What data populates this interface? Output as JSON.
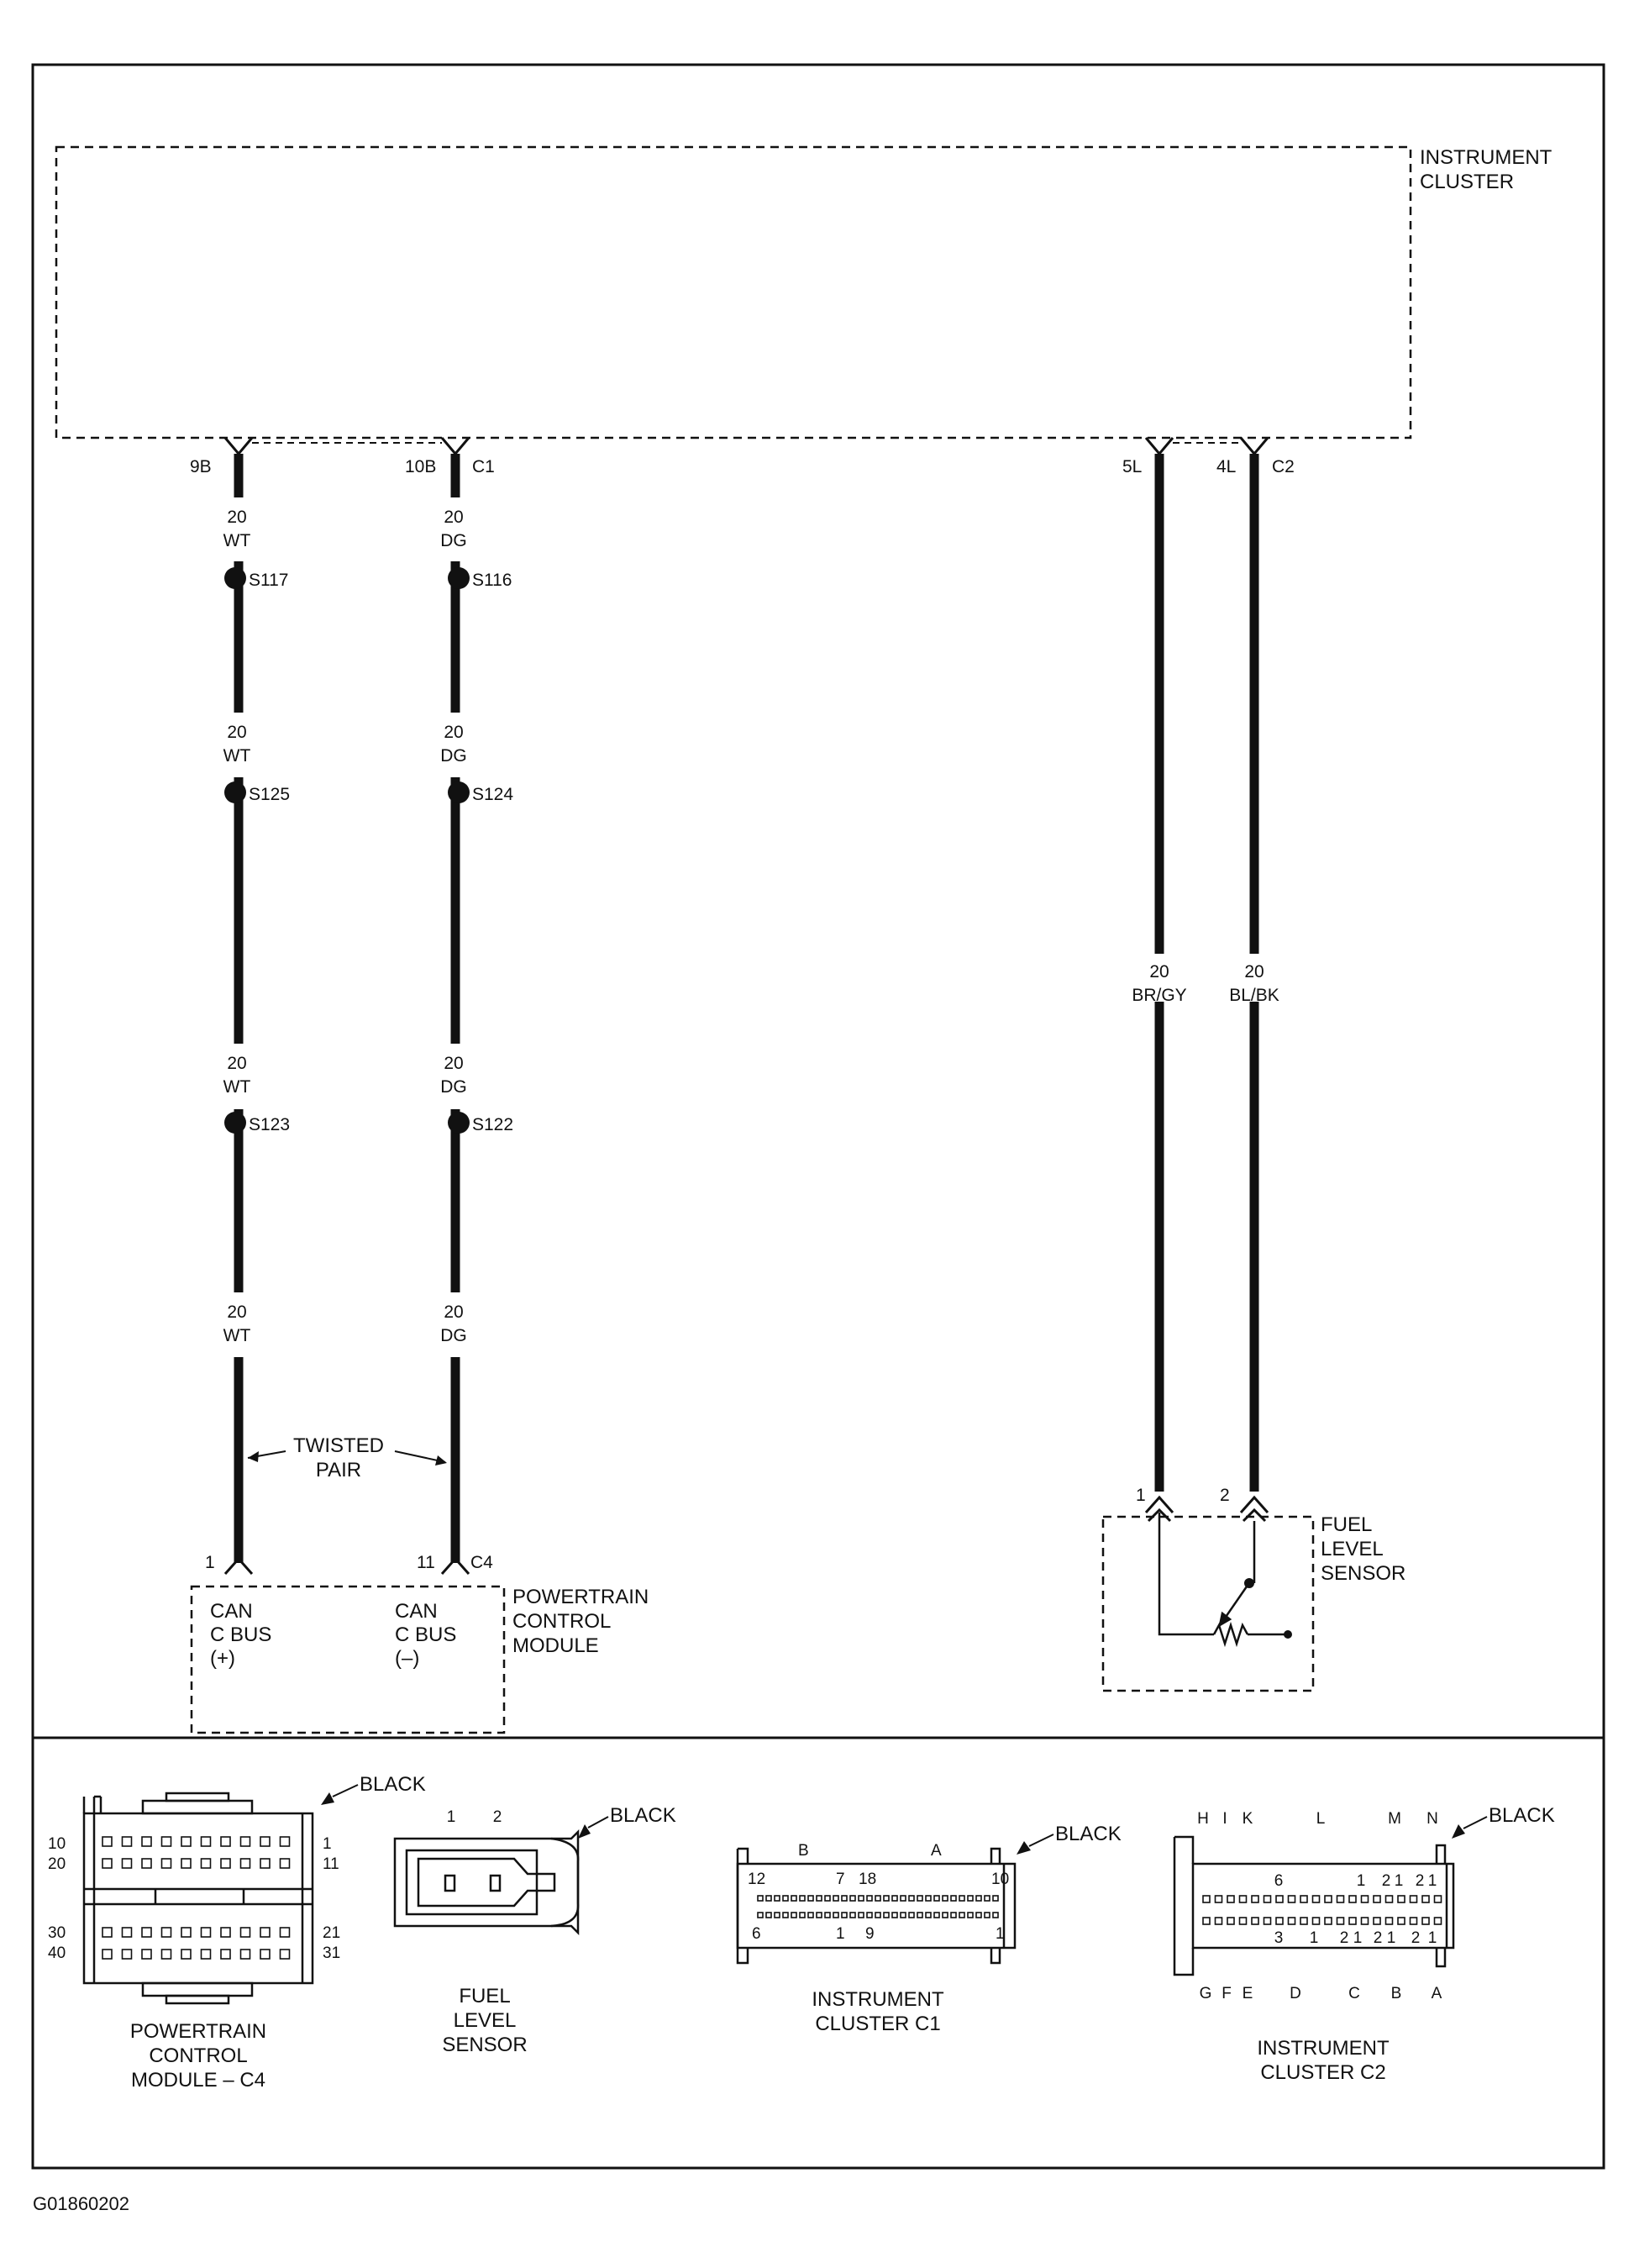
{
  "modules": {
    "cluster": {
      "l1": "INSTRUMENT",
      "l2": "CLUSTER"
    },
    "pcm": {
      "l1": "POWERTRAIN",
      "l2": "CONTROL",
      "l3": "MODULE"
    },
    "fls": {
      "l1": "FUEL",
      "l2": "LEVEL",
      "l3": "SENSOR"
    }
  },
  "cluster_pins": {
    "p9b": "9B",
    "p10b": "10B",
    "c1": "C1",
    "p5l": "5L",
    "p4l": "4L",
    "c2": "C2"
  },
  "wires": {
    "wt": {
      "gauge": "20",
      "color": "WT"
    },
    "dg": {
      "gauge": "20",
      "color": "DG"
    },
    "brgy": {
      "gauge": "20",
      "color": "BR/GY"
    },
    "blbk": {
      "gauge": "20",
      "color": "BL/BK"
    }
  },
  "splices": {
    "s117": "S117",
    "s116": "S116",
    "s125": "S125",
    "s124": "S124",
    "s123": "S123",
    "s122": "S122"
  },
  "twisted_pair": {
    "l1": "TWISTED",
    "l2": "PAIR"
  },
  "pcm_pins": {
    "p1": "1",
    "p11": "11",
    "c4": "C4"
  },
  "pcm_signals": {
    "plus": {
      "l1": "CAN",
      "l2": "C BUS",
      "l3": "(+)"
    },
    "minus": {
      "l1": "CAN",
      "l2": "C BUS",
      "l3": "(–)"
    }
  },
  "fls_pins": {
    "p1": "1",
    "p2": "2"
  },
  "connectors": {
    "black": "BLACK",
    "pcm": {
      "name_l1": "POWERTRAIN",
      "name_l2": "CONTROL",
      "name_l3": "MODULE – C4",
      "pins": {
        "a": "10",
        "b": "20",
        "c": "1",
        "d": "11",
        "e": "30",
        "f": "40",
        "g": "21",
        "h": "31"
      }
    },
    "fls": {
      "name_l1": "FUEL",
      "name_l2": "LEVEL",
      "name_l3": "SENSOR",
      "pins": {
        "a": "1",
        "b": "2"
      }
    },
    "c1": {
      "name_l1": "INSTRUMENT",
      "name_l2": "CLUSTER C1",
      "sections": {
        "b": "B",
        "a": "A"
      },
      "pins": {
        "a": "12",
        "b": "7",
        "c": "18",
        "d": "10",
        "e": "6",
        "f": "1",
        "g": "9",
        "h": "1"
      }
    },
    "c2": {
      "name_l1": "INSTRUMENT",
      "name_l2": "CLUSTER C2",
      "top_letters": [
        "H",
        "I",
        "K",
        "L",
        "M",
        "N"
      ],
      "bottom_letters": [
        "G",
        "F",
        "E",
        "D",
        "C",
        "B",
        "A"
      ],
      "top_nums": [
        "6",
        "1",
        "2",
        "1",
        "2",
        "1"
      ],
      "bottom_nums": [
        "3",
        "1",
        "2",
        "1",
        "2",
        "1",
        "2",
        "1"
      ]
    }
  },
  "figure_code": "G01860202"
}
